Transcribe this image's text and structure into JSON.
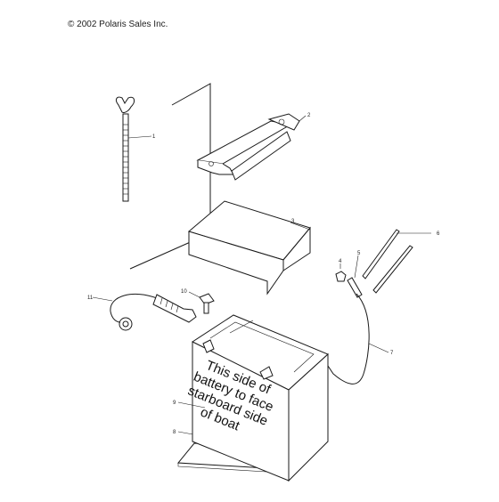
{
  "header": {
    "copyright": "© 2002 Polaris Sales Inc."
  },
  "callouts": [
    "1",
    "2",
    "3",
    "4",
    "5",
    "6",
    "7",
    "8",
    "9",
    "10",
    "11"
  ],
  "battery_label": [
    "This side of",
    "battery to face",
    "starboard side",
    "of boat"
  ]
}
